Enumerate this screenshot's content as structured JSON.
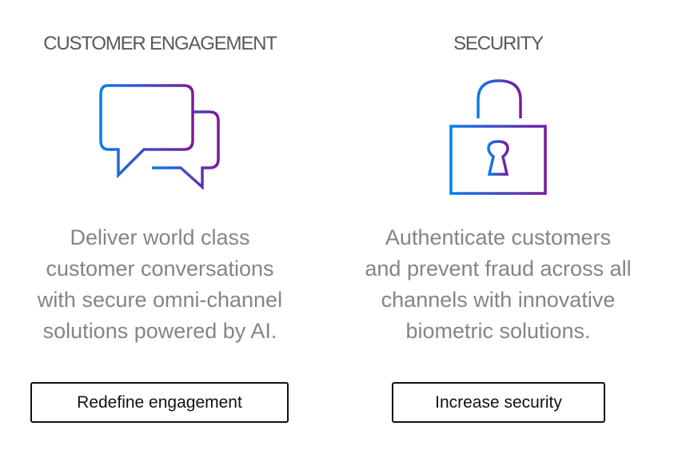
{
  "columns": [
    {
      "heading": "CUSTOMER ENGAGEMENT",
      "icon": "chat-bubbles-icon",
      "description_lines": [
        "Deliver world class",
        "customer conversations",
        "with secure omni-channel",
        "solutions powered by AI."
      ],
      "button_label": "Redefine engagement"
    },
    {
      "heading": "SECURITY",
      "icon": "padlock-icon",
      "description_lines": [
        "Authenticate customers",
        "and prevent fraud across all",
        "channels with innovative",
        "biometric solutions."
      ],
      "button_label": "Increase security"
    }
  ],
  "colors": {
    "gradient_start": "#0a7cf0",
    "gradient_end": "#7a1a9a"
  }
}
